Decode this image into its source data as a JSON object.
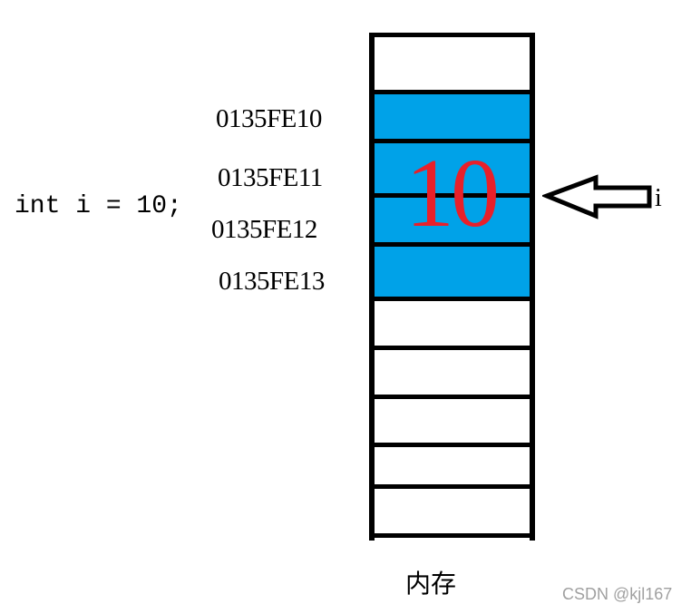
{
  "code": {
    "statement": "int i = 10;"
  },
  "memory": {
    "caption": "内存",
    "highlight_color": "#00a2e8",
    "stored_value": "10",
    "stored_value_color": "#e8202a",
    "addresses": [
      "0135FE10",
      "0135FE11",
      "0135FE12",
      "0135FE13"
    ],
    "total_cells_visible": 10,
    "highlighted_cells": 4
  },
  "pointer": {
    "label": "i",
    "arrow": "left-arrow-outline"
  },
  "watermark": "CSDN @kjl167"
}
